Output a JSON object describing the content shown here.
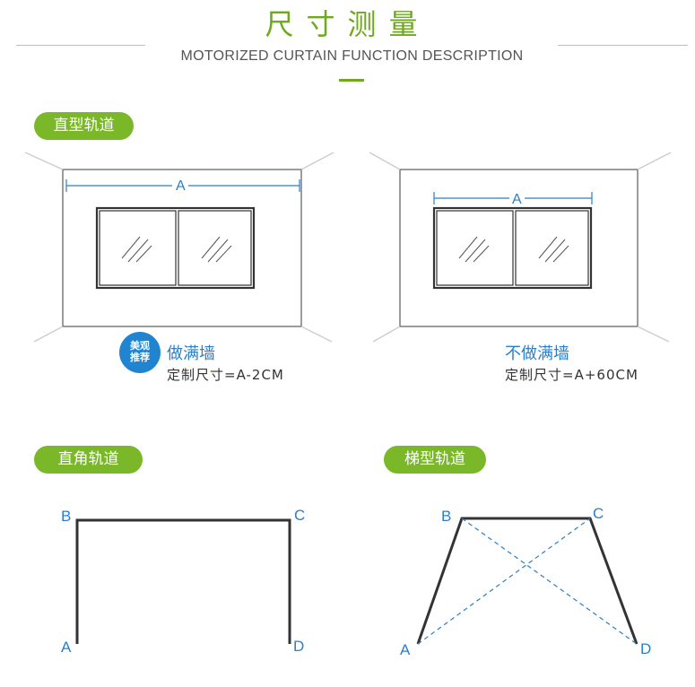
{
  "header": {
    "title": "尺寸测量",
    "subtitle": "MOTORIZED CURTAIN FUNCTION DESCRIPTION"
  },
  "sections": {
    "straight_track": "直型轨道",
    "right_angle_track": "直角轨道",
    "trapezoid_track": "梯型轨道"
  },
  "full_wall": {
    "badge_line1": "美观",
    "badge_line2": "推荐",
    "title": "做满墙",
    "size": "定制尺寸=A-2CM",
    "dim_label": "A"
  },
  "not_full_wall": {
    "title": "不做满墙",
    "size": "定制尺寸=A+60CM",
    "dim_label": "A"
  },
  "right_angle_points": {
    "a": "A",
    "b": "B",
    "c": "C",
    "d": "D"
  },
  "trapezoid_points": {
    "a": "A",
    "b": "B",
    "c": "C",
    "d": "D"
  },
  "colors": {
    "accent_green": "#7ab82a",
    "label_blue": "#2b7fc8",
    "badge_blue": "#2184d0",
    "line_dark": "#333333"
  }
}
